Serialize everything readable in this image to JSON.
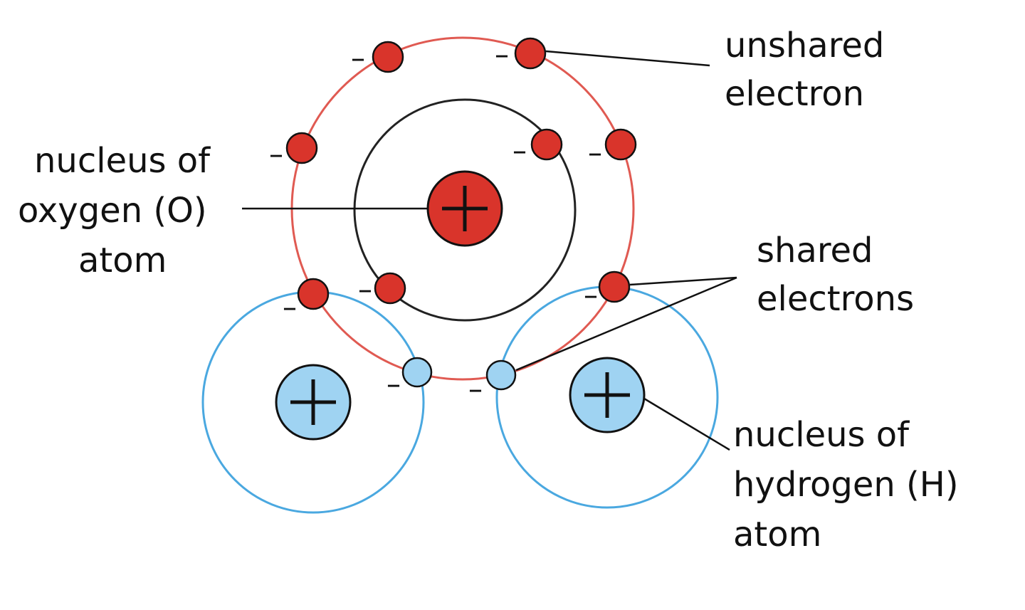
{
  "colors": {
    "oxygen": "#d9342b",
    "oxygen_shell": "#e05a52",
    "hydrogen": "#9fd3f2",
    "hydrogen_shell": "#4aa8e0",
    "inner_shell": "#222222",
    "outline": "#111111"
  },
  "symbols": {
    "plus": "+",
    "minus": "–"
  },
  "labels": {
    "unshared": {
      "line1": "unshared",
      "line2": "electron"
    },
    "oxygen_nucleus": {
      "line1": "nucleus of",
      "line2": "oxygen (O)",
      "line3": "atom"
    },
    "shared": {
      "line1": "shared",
      "line2": "electrons"
    },
    "hydrogen_nucleus": {
      "line1": "nucleus of",
      "line2": "hydrogen (H)",
      "line3": "atom"
    }
  }
}
